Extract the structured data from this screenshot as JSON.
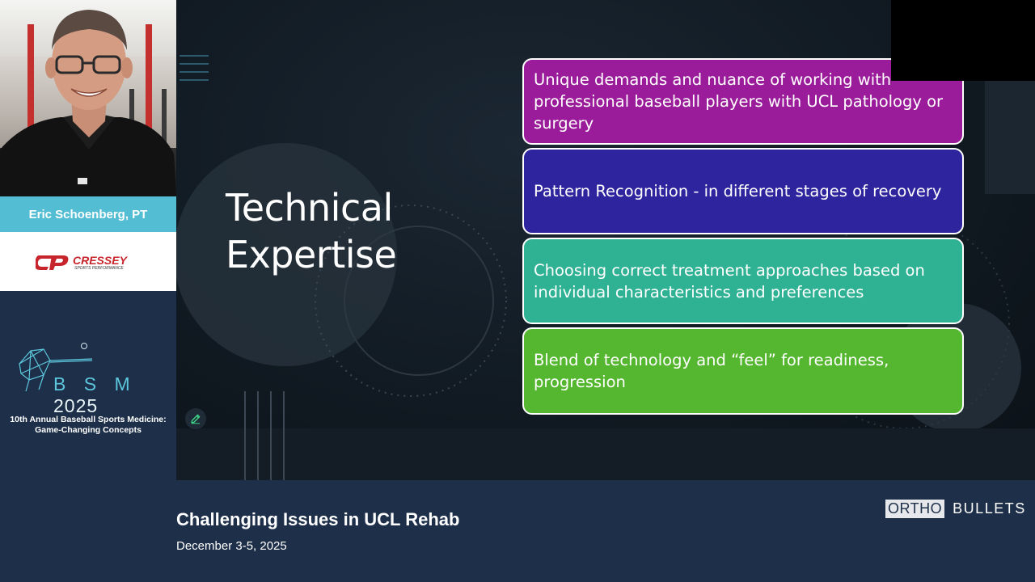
{
  "speaker": {
    "name": "Eric Schoenberg, PT",
    "sponsor": {
      "name": "CRESSEY",
      "tagline": "SPORTS PERFORMANCE"
    }
  },
  "conference": {
    "logo_text_accent": "B S M",
    "logo_text_year": "2025",
    "description": "10th Annual Baseball Sports Medicine: Game-Changing Concepts"
  },
  "slide": {
    "title_line1": "Technical",
    "title_line2": "Expertise",
    "cards": [
      {
        "text": "Unique demands and nuance of working with professional baseball players with UCL pathology or surgery",
        "color": "#9b1c9a"
      },
      {
        "text": "Pattern Recognition - in different stages of recovery",
        "color": "#2e249e"
      },
      {
        "text": "Choosing correct treatment approaches based on individual characteristics and preferences",
        "color": "#2fb193"
      },
      {
        "text": "Blend of technology and “feel” for readiness, progression",
        "color": "#55b72f"
      }
    ]
  },
  "footer": {
    "title": "Challenging Issues in UCL Rehab",
    "date": "December 3-5, 2025",
    "brand_part1": "ORTHO",
    "brand_part2": "BULLETS"
  },
  "icons": {
    "edit": "pencil-icon"
  },
  "colors": {
    "name_bar": "#52bdd3",
    "background": "#1e3049",
    "card_1": "#9b1c9a",
    "card_2": "#2e249e",
    "card_3": "#2fb193",
    "card_4": "#55b72f"
  }
}
